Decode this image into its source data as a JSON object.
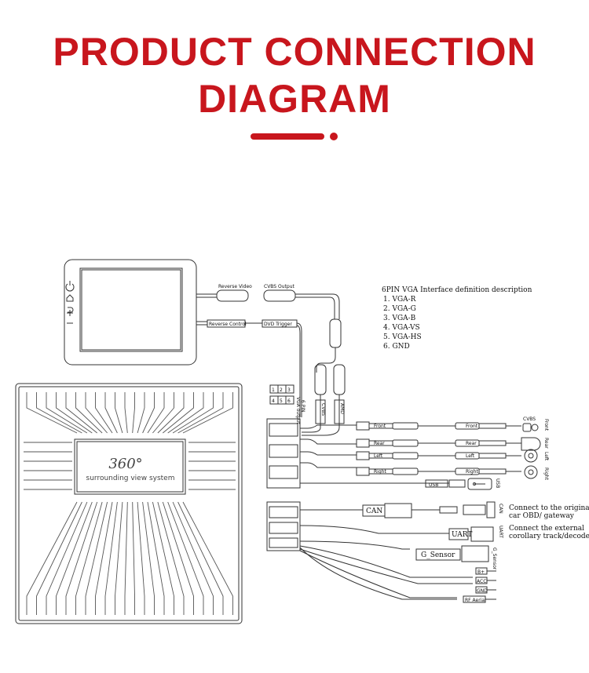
{
  "header": {
    "title_line1": "PRODUCT CONNECTION",
    "title_line2": "DIAGRAM"
  },
  "colors": {
    "accent": "#c8161d",
    "line": "#333333"
  },
  "monitor": {
    "reverse_video": "Reverse Video",
    "cvbs_output": "CVBS Output",
    "reverse_control": "Reverse Control",
    "dvd_trigger": "DVD Trigger"
  },
  "main_unit": {
    "logo": "360°",
    "caption": "surrounding view system"
  },
  "vga": {
    "title": "6PIN  VGA Interface definition description",
    "pins": [
      "1. VGA-R",
      "2. VGA-G",
      "3. VGA-B",
      "4. VGA-VS",
      "5. VGA-HS",
      "6. GND"
    ],
    "pin_grid": [
      "1",
      "2",
      "3",
      "4",
      "5",
      "6"
    ],
    "pin_label": "6 PIN",
    "output_label": "VGA output",
    "cvbs": "CVBS",
    "amd": "AMD"
  },
  "cameras": {
    "left_labels": [
      "Front",
      "Rear",
      "Left",
      "Right"
    ],
    "right_labels": [
      "Front",
      "Rear",
      "Left",
      "Right"
    ],
    "end_labels": [
      "Front",
      "Rear",
      "Left",
      "Right"
    ],
    "cvbs": "CVBS"
  },
  "ports": {
    "usb": "USB",
    "usb_end": "USB",
    "can": "CAN",
    "can_end": "CAN",
    "can_desc_1": "Connect to the original",
    "can_desc_2": "car OBD/ gateway",
    "uart": "UART",
    "uart_end": "UART",
    "uart_desc_1": "Connect the external",
    "uart_desc_2": "corollary track/decoder",
    "g_sensor": "G_Sensor",
    "g_sensor_end": "G_Sensor",
    "power": [
      "B+",
      "ACC",
      "GND"
    ],
    "rf": "RF Aerial"
  }
}
